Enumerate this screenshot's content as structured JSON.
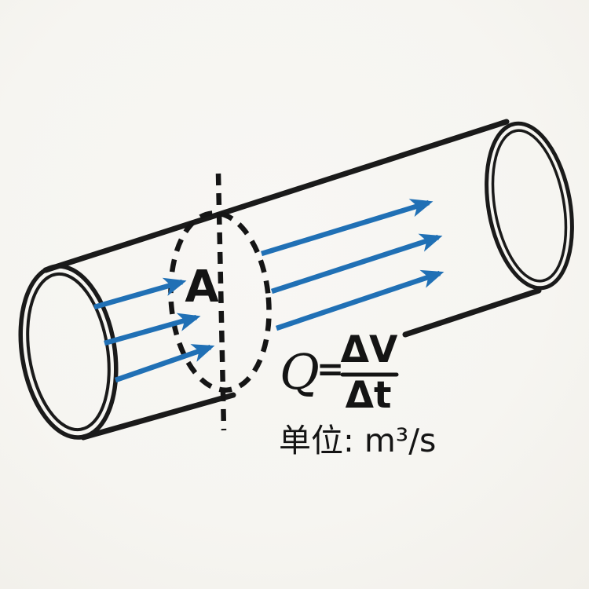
{
  "canvas": {
    "background": "#f6f5f1"
  },
  "colors": {
    "pipe_outline": "#1a1a1a",
    "flow_arrow_blue": "#2070b5",
    "text_black": "#141414"
  },
  "labels": {
    "cross_section_area": "A",
    "units": "单位: m³/s"
  },
  "formula": {
    "quantity": "Q",
    "equals": "=",
    "numerator": "ΔV",
    "denominator": "Δt"
  }
}
